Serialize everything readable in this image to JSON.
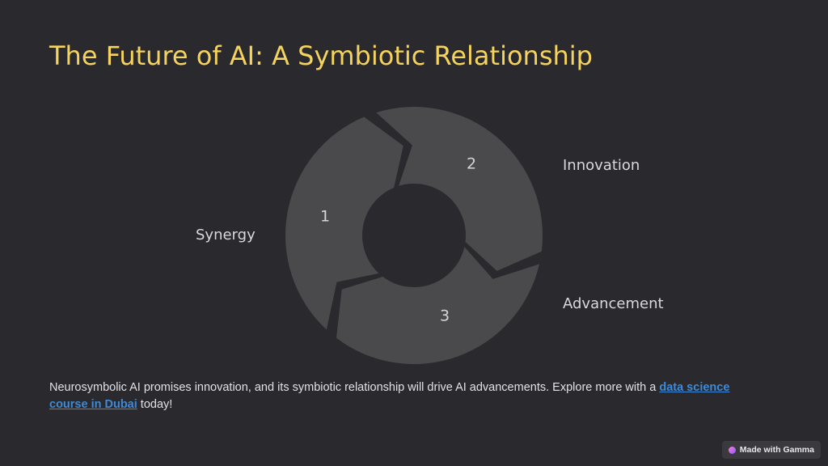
{
  "slide": {
    "title": "The Future of AI: A Symbiotic Relationship"
  },
  "cycle": {
    "segments": [
      {
        "number": "1",
        "label": "Synergy"
      },
      {
        "number": "2",
        "label": "Innovation"
      },
      {
        "number": "3",
        "label": "Advancement"
      }
    ]
  },
  "footer": {
    "text_before": "Neurosymbolic AI promises innovation, and its symbiotic relationship will drive AI advancements. Explore more with a ",
    "link_text": "data science course in Dubai",
    "text_after": " today!"
  },
  "badge": {
    "label": "Made with Gamma",
    "icon": "gamma-logo-icon"
  },
  "colors": {
    "background": "#2a292d",
    "title": "#f4d35e",
    "segment": "#4a4a4d",
    "link": "#3e8ad6"
  }
}
